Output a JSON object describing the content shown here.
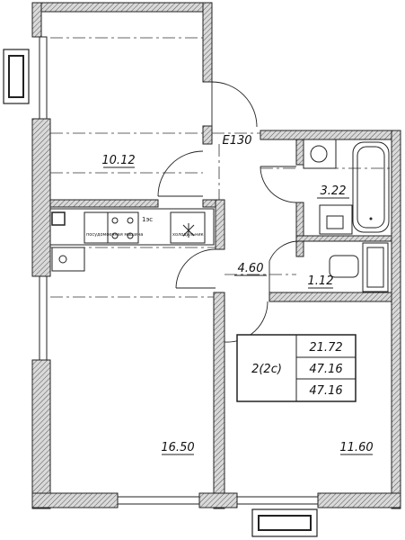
{
  "rooms": {
    "room_top": {
      "area": "10.12"
    },
    "corridor_top": {
      "area": "Е130"
    },
    "bathroom": {
      "area": "3.22"
    },
    "corridor": {
      "area": "4.60"
    },
    "toilet": {
      "area": "1.12"
    },
    "living_left": {
      "area": "16.50"
    },
    "bedroom_right": {
      "area": "11.60"
    }
  },
  "info_table": {
    "type": "2(2с)",
    "living_area": "21.72",
    "total_area": "47.16",
    "total_area_2": "47.16"
  },
  "kitchen": {
    "stove_label": "1эс",
    "appliance_labels": [
      "посудомоечная машина",
      "холодильник"
    ]
  }
}
